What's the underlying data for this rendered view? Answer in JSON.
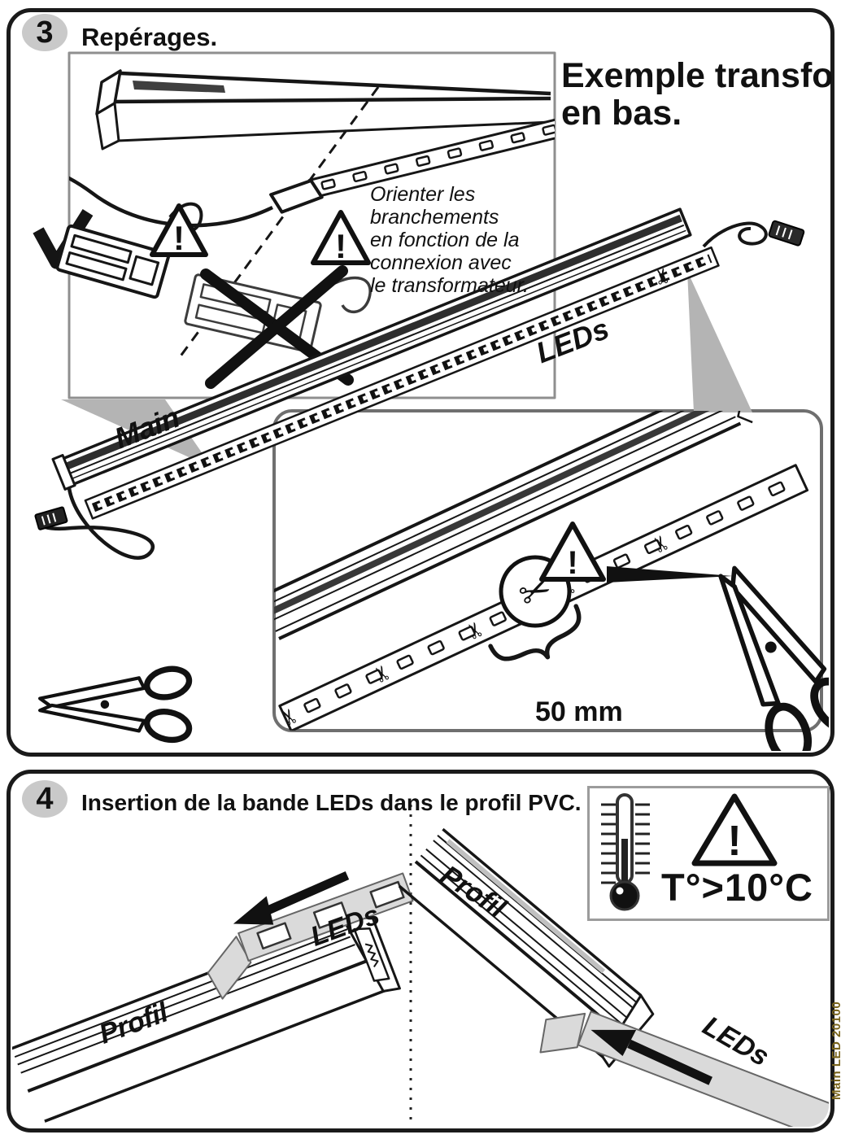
{
  "page": {
    "side_code": "Main LED 20100",
    "background": "#ffffff"
  },
  "colors": {
    "ink": "#111111",
    "badge_gray": "#c9c9c9",
    "callout_gray": "#b4b4b4",
    "strip_gray": "#dadada",
    "box_border_gray": "#8f8f8f",
    "side_code_color": "#7a651c"
  },
  "icons": {
    "warning_mark": "!",
    "scissors_glyph": "✂"
  },
  "step3": {
    "number": "3",
    "title": "Repérages.",
    "example_heading": {
      "line1": "Exemple transfo",
      "line2": "en bas."
    },
    "orientation_note": {
      "lines": [
        "Orienter les",
        "branchements",
        "en fonction de la",
        "connexion avec",
        "le transformateur."
      ]
    },
    "strip_labels": {
      "main": "Main",
      "leds": "LEDs"
    },
    "cut_inset": {
      "measure_label": "50 mm"
    }
  },
  "step4": {
    "number": "4",
    "title": "Insertion de la bande LEDs dans le profil PVC.",
    "temperature_warning": "T°>10°C",
    "left_diagram": {
      "profil_label": "Profil",
      "leds_label": "LEDs"
    },
    "right_diagram": {
      "profil_label": "Profil",
      "leds_label": "LEDs"
    }
  }
}
